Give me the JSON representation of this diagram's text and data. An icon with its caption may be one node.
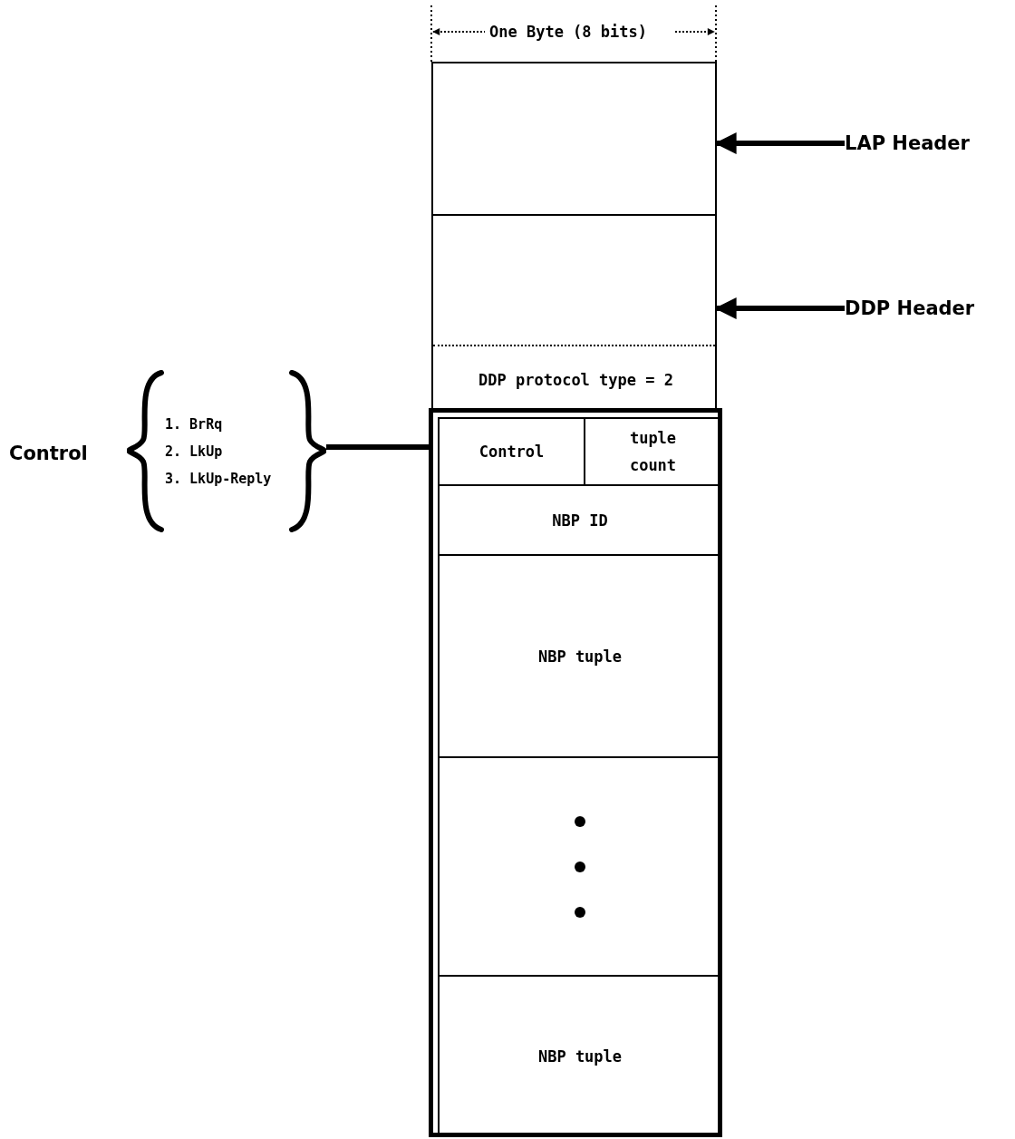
{
  "diagram": {
    "nodes": [
      {
        "text": [],
        "shape": "box"
      },
      {
        "text": [],
        "shape": "box"
      },
      {
        "text": [
          "DDP protocol type = 2"
        ],
        "in": 1
      },
      {
        "text": [],
        "shape": "box"
      },
      {
        "text": [
          "Control"
        ],
        "in": 3
      },
      {
        "text": [
          "tuple count"
        ],
        "in": 3
      },
      {
        "text": [
          "NBP ID"
        ],
        "in": 3
      },
      {
        "text": [
          "NBP tuple"
        ],
        "in": 3
      },
      {
        "text": [],
        "shape": "box",
        "in": 3
      },
      {
        "text": [
          "NBP tuple"
        ],
        "in": 3
      },
      {
        "text": [
          "LAP Header"
        ]
      },
      {
        "text": [
          "DDP Header"
        ]
      },
      {
        "text": [
          "1. BrRq",
          "2. LkUp",
          "3. LkUp-Reply"
        ],
        "beside": [
          "Control"
        ]
      }
    ],
    "edges": [
      {
        "from": 10,
        "to": 0,
        "arrow": "to"
      },
      {
        "from": 11,
        "to": 1,
        "arrow": "to"
      },
      {
        "from": 12,
        "to": 4,
        "arrow": "none"
      }
    ],
    "labels": [
      "One Byte (8 bits)"
    ]
  }
}
